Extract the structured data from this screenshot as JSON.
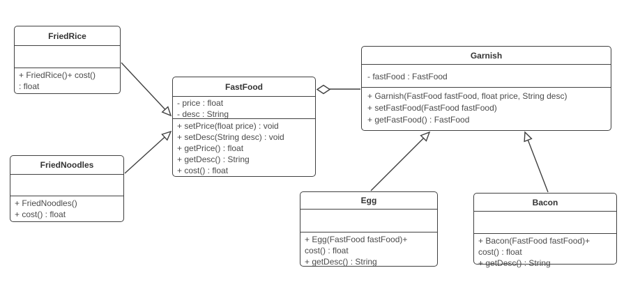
{
  "diagram_type": "uml-class-diagram",
  "colors": {
    "background": "#ffffff",
    "stroke": "#3f3f3f",
    "text": "#4a4a4a",
    "title_text": "#333333",
    "arrow_fill": "#ffffff"
  },
  "classes": {
    "friedRice": {
      "name": "FriedRice",
      "attributes": [],
      "method_lines": [
        "+ FriedRice()+ cost()",
        ": float"
      ]
    },
    "friedNoodles": {
      "name": "FriedNoodles",
      "attributes": [],
      "method_lines": [
        "+ FriedNoodles()",
        "+ cost() : float"
      ]
    },
    "fastFood": {
      "name": "FastFood",
      "attributes": [
        "- price : float",
        "- desc : String"
      ],
      "method_lines": [
        "+ setPrice(float price) : void",
        "+ setDesc(String desc) : void",
        "+ getPrice() : float",
        "+ getDesc() : String",
        "+ cost() : float"
      ]
    },
    "garnish": {
      "name": "Garnish",
      "attributes": [
        "- fastFood : FastFood"
      ],
      "method_lines": [
        "+ Garnish(FastFood fastFood, float price, String desc)",
        "+ setFastFood(FastFood fastFood)",
        "+ getFastFood() : FastFood"
      ]
    },
    "egg": {
      "name": "Egg",
      "attributes": [],
      "method_lines": [
        "+ Egg(FastFood fastFood)+",
        "cost() : float",
        "+ getDesc() : String"
      ]
    },
    "bacon": {
      "name": "Bacon",
      "attributes": [],
      "method_lines": [
        "+ Bacon(FastFood fastFood)+",
        "cost() : float",
        "+ getDesc() : String"
      ]
    }
  },
  "relations": [
    {
      "from": "FriedRice",
      "to": "FastFood",
      "type": "generalization"
    },
    {
      "from": "FriedNoodles",
      "to": "FastFood",
      "type": "generalization"
    },
    {
      "from": "Garnish",
      "to": "FastFood",
      "type": "aggregation"
    },
    {
      "from": "Egg",
      "to": "Garnish",
      "type": "generalization"
    },
    {
      "from": "Bacon",
      "to": "Garnish",
      "type": "generalization"
    }
  ]
}
